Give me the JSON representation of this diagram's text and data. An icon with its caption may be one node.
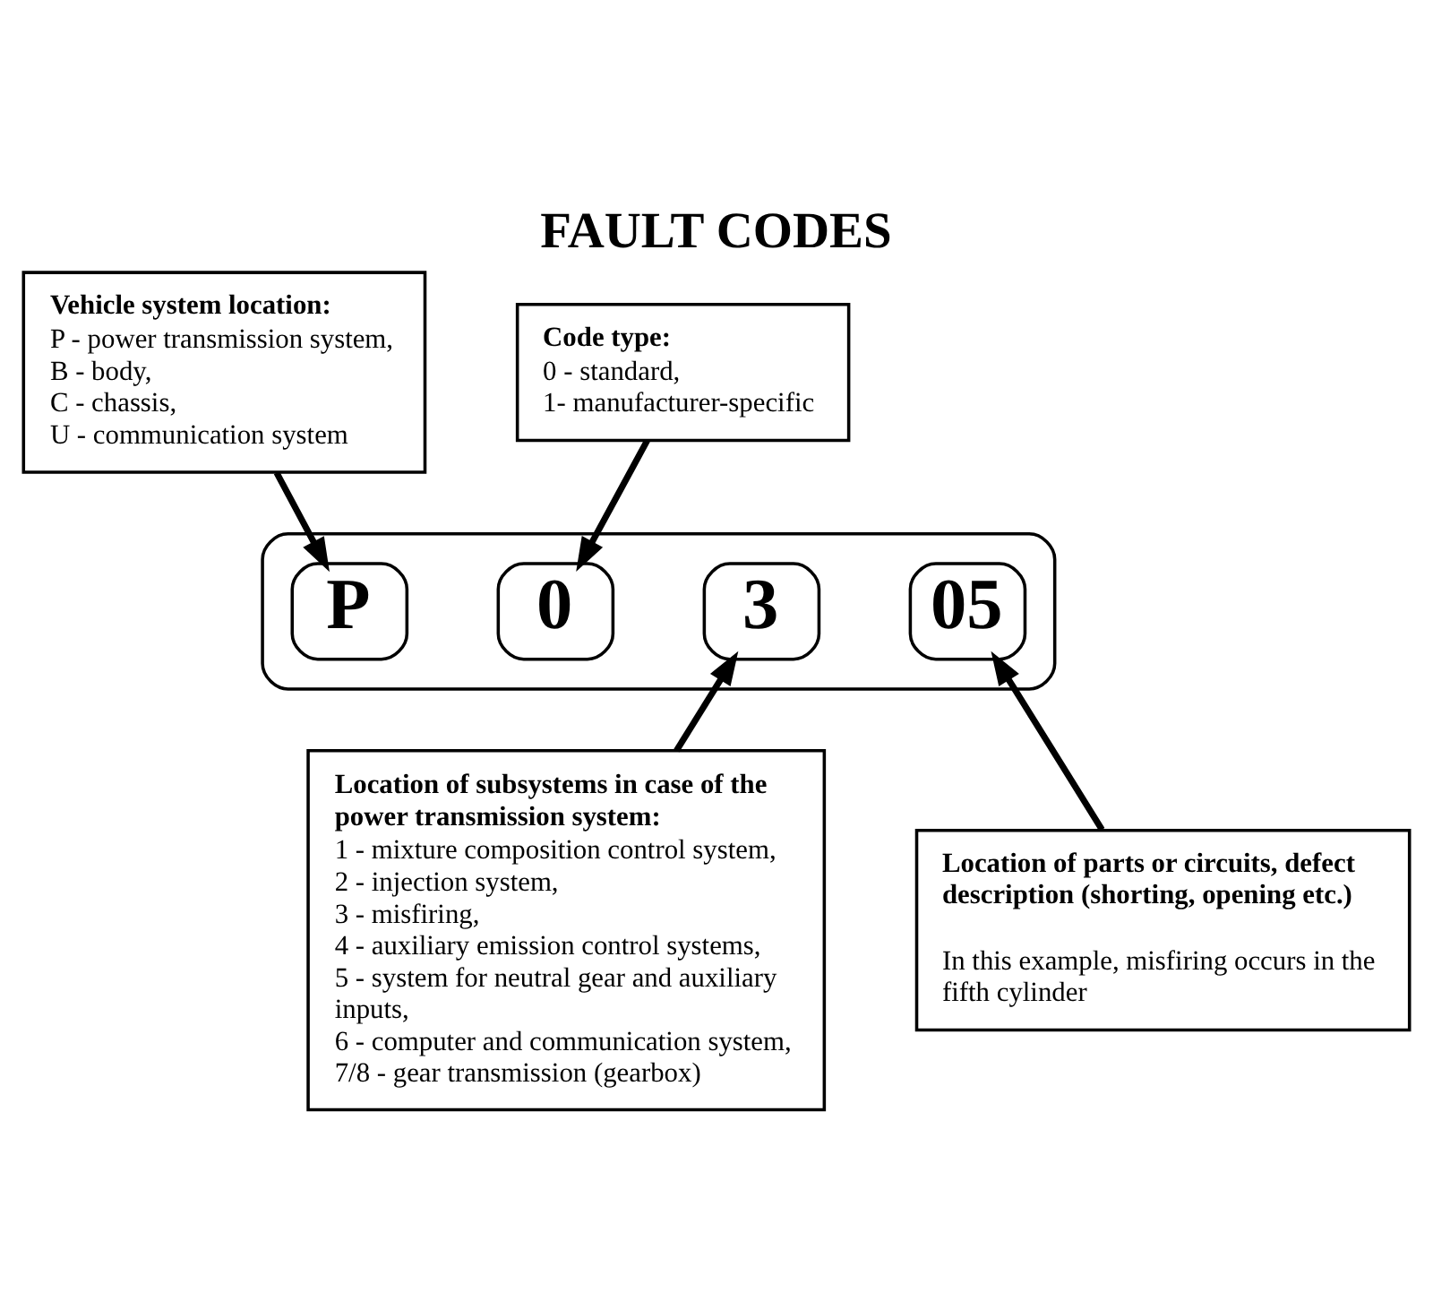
{
  "diagram": {
    "title": "FAULT CODES",
    "nodes": [
      {
        "text": [
          "Vehicle system location:",
          "P - power transmission system,",
          "B - body,",
          "C - chassis,",
          "U - communication system"
        ]
      },
      {
        "text": [
          "Code type:",
          "0 - standard,",
          "1- manufacturer-specific"
        ]
      },
      {
        "text": [],
        "shape": "box"
      },
      {
        "text": [
          "P"
        ],
        "in": 2
      },
      {
        "text": [
          "0"
        ],
        "in": 2
      },
      {
        "text": [
          "3"
        ],
        "in": 2
      },
      {
        "text": [
          "05"
        ],
        "in": 2
      },
      {
        "text": [
          "Location of subsystems in case of the power transmission system:",
          "1 - mixture composition control system,",
          "2 - injection system,",
          "3 - misfiring,",
          "4 - auxiliary emission control systems,",
          "5 - system for neutral gear and auxiliary inputs,",
          "6 - computer and communication system,",
          "7/8 - gear transmission (gearbox)"
        ]
      },
      {
        "text": [
          "Location of parts or circuits, defect description (shorting, opening etc.)",
          "In this example, misfiring occurs in the fifth cylinder"
        ]
      }
    ],
    "edges": [
      {
        "from": 0,
        "to": 3,
        "arrow": "to"
      },
      {
        "from": 1,
        "to": 4,
        "arrow": "to"
      },
      {
        "from": 7,
        "to": 5,
        "arrow": "to"
      },
      {
        "from": 8,
        "to": 6,
        "arrow": "to"
      }
    ]
  }
}
